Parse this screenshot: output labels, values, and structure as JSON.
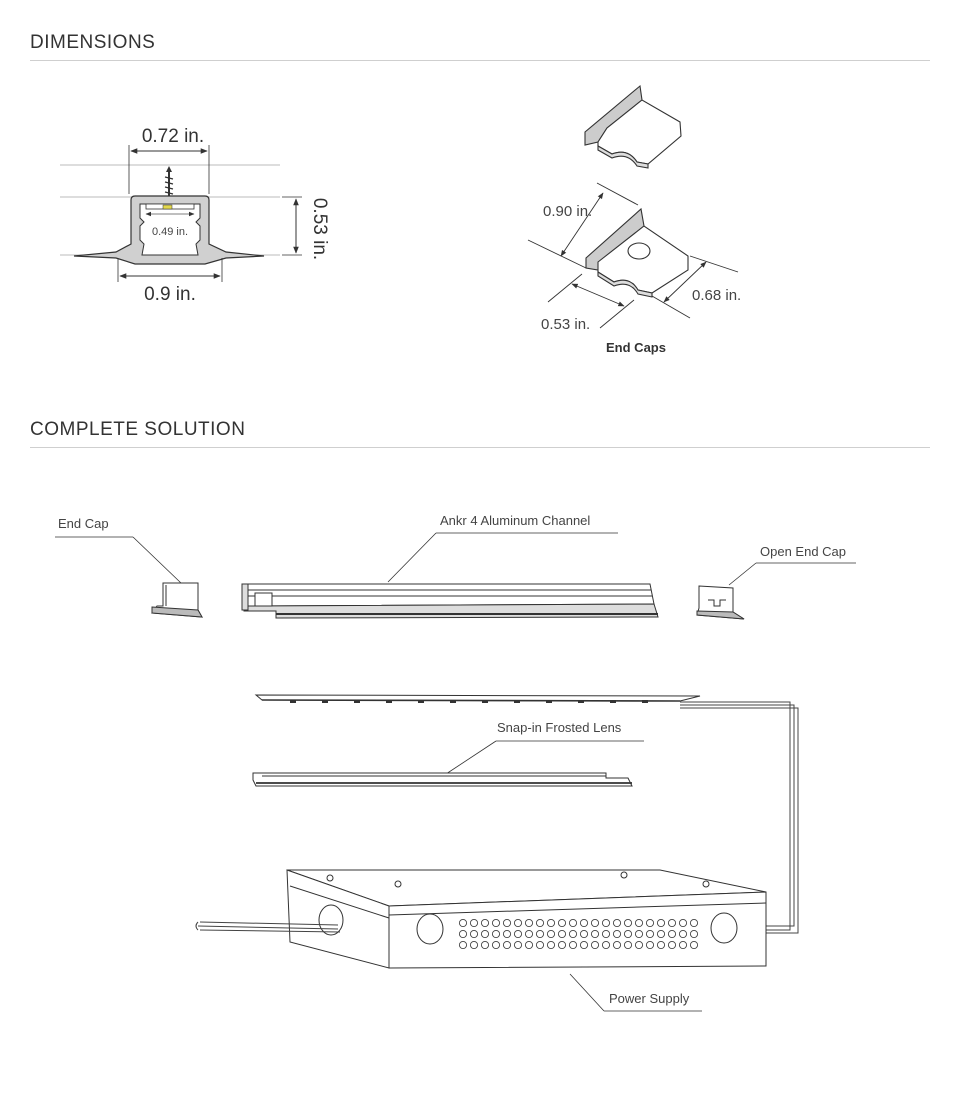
{
  "sections": {
    "dimensions": "DIMENSIONS",
    "complete_solution": "COMPLETE SOLUTION"
  },
  "profile": {
    "width_top": "0.72 in.",
    "height": "0.53 in.",
    "inner_width": "0.49 in.",
    "width_bottom": "0.9 in."
  },
  "end_caps": {
    "length": "0.90 in.",
    "height": "0.53 in.",
    "width": "0.68 in.",
    "caption": "End Caps"
  },
  "components": {
    "end_cap": "End Cap",
    "channel": "Ankr 4 Aluminum Channel",
    "open_end_cap": "Open End Cap",
    "lens": "Snap-in Frosted Lens",
    "power_supply": "Power Supply"
  }
}
